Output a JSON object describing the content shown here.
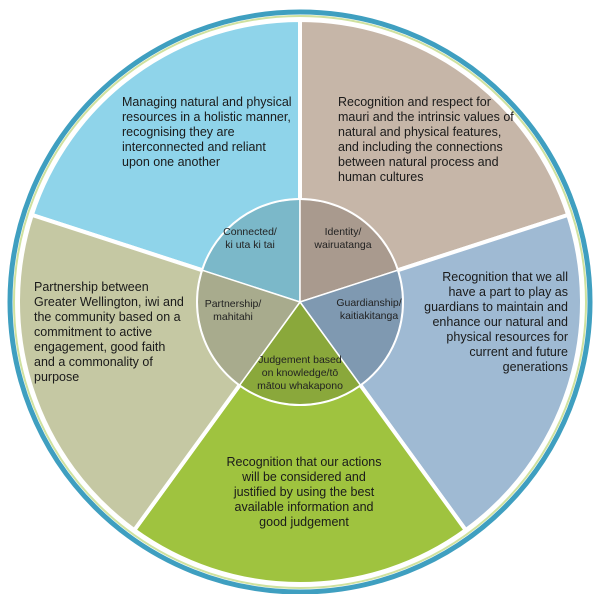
{
  "diagram": {
    "segments": [
      {
        "id": "connected",
        "color": "#8fd4ea",
        "center_color": "#7bb8c9",
        "text": "Managing natural and physical resources in a holistic manner, recognising they are interconnected and reliant upon one another",
        "center_label": "Connected/ ki uta ki tai"
      },
      {
        "id": "identity",
        "color": "#c6b6a8",
        "center_color": "#a99a8e",
        "text": "Recognition and respect for mauri and the intrinsic values of natural and physical features, and including the connections between natural process and human cultures",
        "center_label": "Identity/ wairuatanga"
      },
      {
        "id": "guardianship",
        "color": "#9fbad3",
        "center_color": "#7f99b1",
        "text": "Recognition that we all have a part to play as guardians to maintain and enhance our natural and physical resources for current and future generations",
        "center_label": "Guardianship/ kaitiakitanga"
      },
      {
        "id": "judgement",
        "color": "#9fc33f",
        "center_color": "#8aa83b",
        "text": "Recognition that our actions will be considered and justified by using the best available information and good judgement",
        "center_label": "Judgement based on knowledge/tō mātou whakapono"
      },
      {
        "id": "partnership",
        "color": "#c5c8a3",
        "center_color": "#a8ab8d",
        "text": "Partnership between Greater Wellington, iwi and the community based on a commitment to active engagement, good faith and a commonality of purpose",
        "center_label": "Partnership/ mahitahi"
      }
    ],
    "colors": {
      "ring": "#4fa5c4",
      "divider": "#ffffff"
    }
  }
}
